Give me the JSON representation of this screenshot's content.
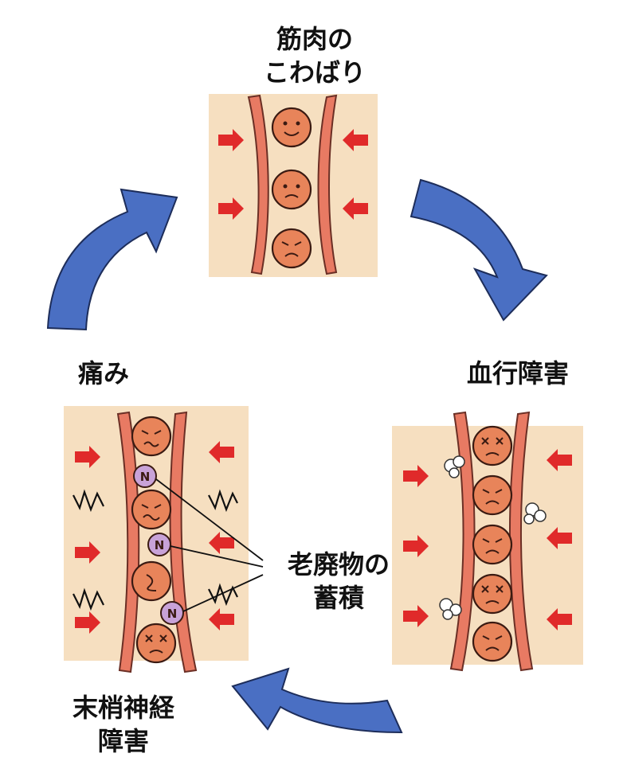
{
  "labels": {
    "top_line1": "筋肉の",
    "top_line2": "こわばり",
    "right": "血行障害",
    "left": "痛み",
    "bottom_line1": "末梢神経",
    "bottom_line2": "障害",
    "center_line1": "老廃物の",
    "center_line2": "蓄積"
  },
  "particle_letter": "N",
  "colors": {
    "tissue": "#f6dfc0",
    "vessel": "#e87a63",
    "vessel_stroke": "#6b2f25",
    "cell": "#e8845a",
    "pressure_arrow": "#e02a2a",
    "cycle_arrow": "#4a6fc3",
    "particle": "#c8a2d8"
  }
}
